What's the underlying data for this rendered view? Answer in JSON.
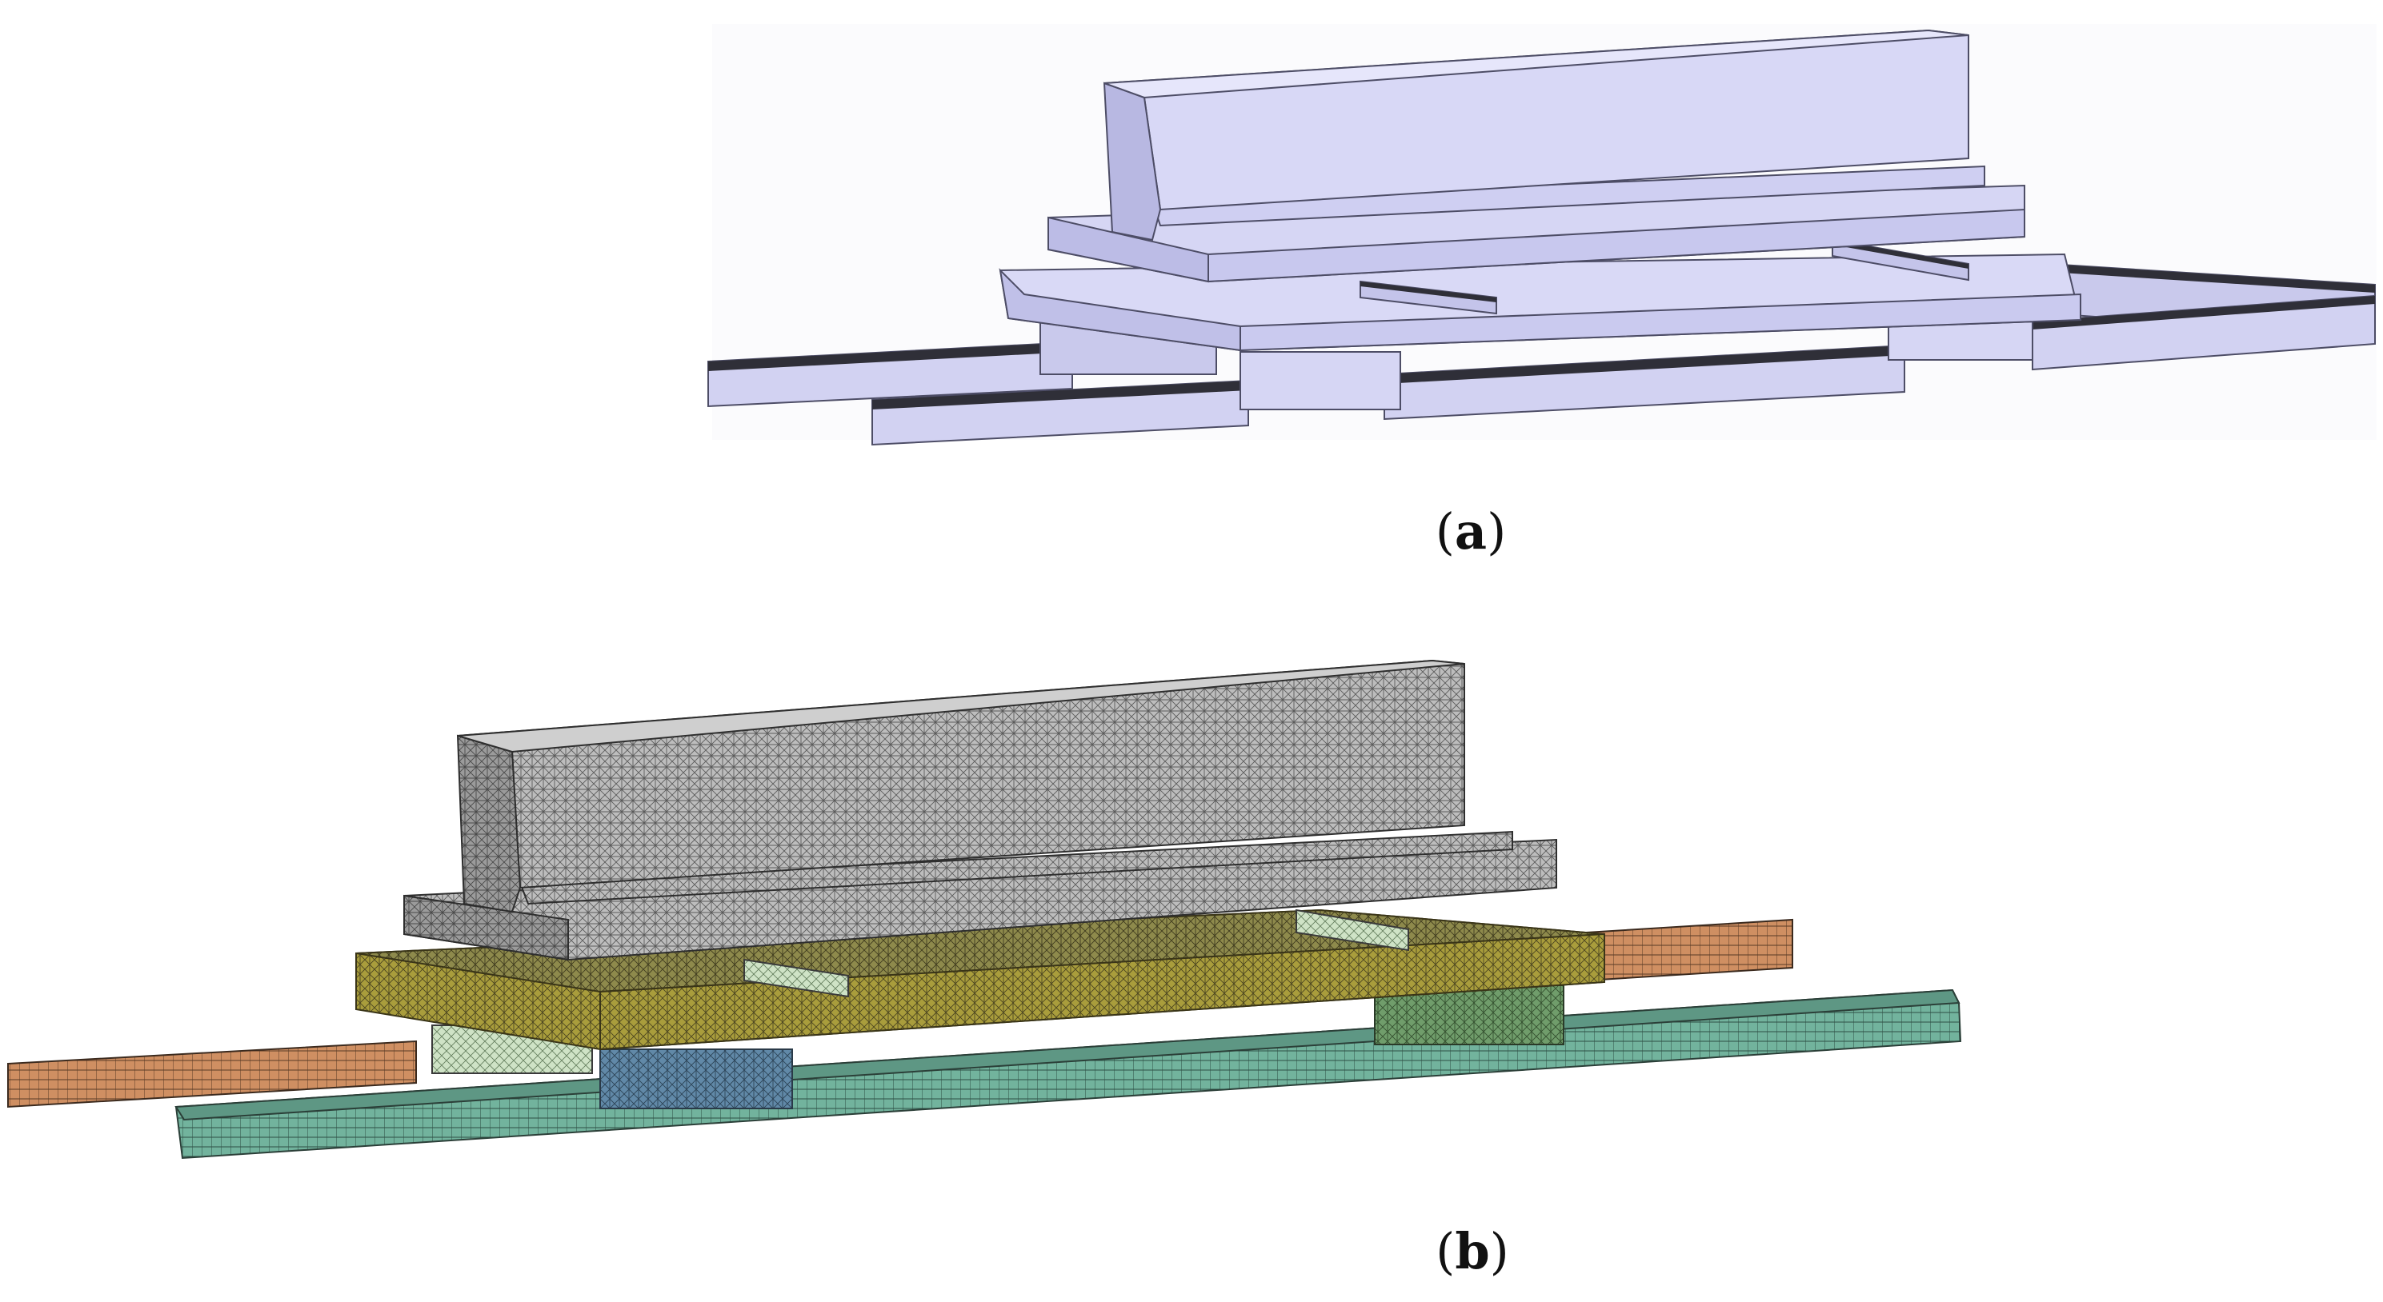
{
  "figure": {
    "panels": [
      {
        "id": "a",
        "caption_open": "(",
        "caption_label": "a",
        "caption_close": ")",
        "view": "geometry-model"
      },
      {
        "id": "b",
        "caption_open": "(",
        "caption_label": "b",
        "caption_close": ")",
        "view": "finite-element-mesh"
      }
    ]
  },
  "colors": {
    "geometry_face_light": "#dcdcf8",
    "geometry_face_mid": "#c8c8ee",
    "geometry_face_dark": "#a9a9d6",
    "geometry_edge": "#55556e",
    "rail_dark": "#2d2d35",
    "mesh_beam": "#b9b9b9",
    "mesh_slab": "#a89c3a",
    "mesh_rail_back": "#c98b5f",
    "mesh_rail_front": "#6fae98",
    "mesh_pad_blue": "#5f86a6",
    "mesh_pad_green": "#6f9b6a",
    "mesh_line": "#3a3a3a"
  }
}
